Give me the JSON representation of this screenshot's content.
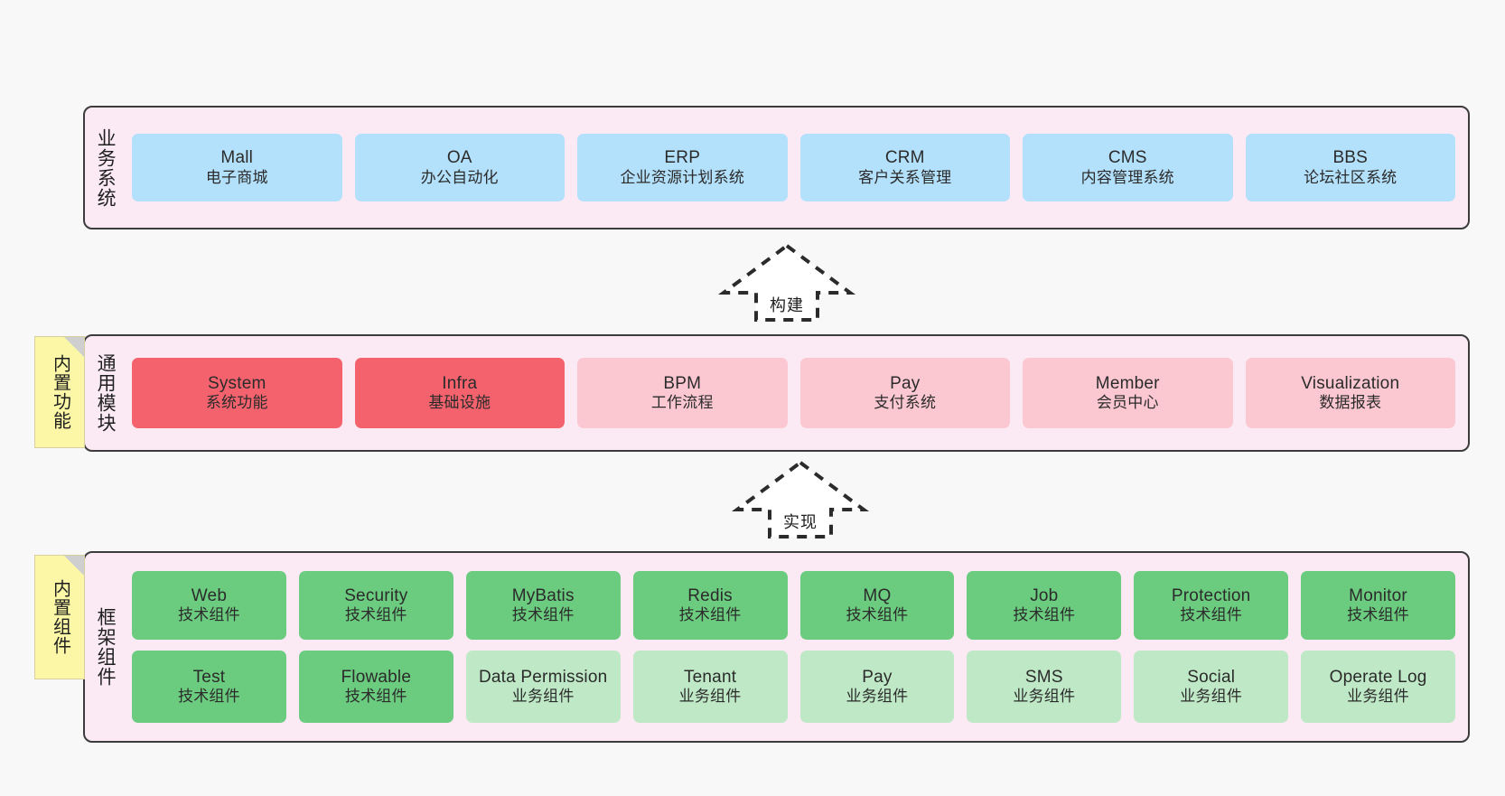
{
  "diagram": {
    "background_color": "#f8f8f8",
    "layers": [
      {
        "id": "business-systems",
        "title": "业务系统",
        "note": null,
        "rows": [
          {
            "cards": [
              {
                "title": "Mall",
                "subtitle": "电子商城",
                "color": "#b3e0fb",
                "style": "c-blue"
              },
              {
                "title": "OA",
                "subtitle": "办公自动化",
                "color": "#b3e0fb",
                "style": "c-blue"
              },
              {
                "title": "ERP",
                "subtitle": "企业资源计划系统",
                "color": "#b3e0fb",
                "style": "c-blue"
              },
              {
                "title": "CRM",
                "subtitle": "客户关系管理",
                "color": "#b3e0fb",
                "style": "c-blue"
              },
              {
                "title": "CMS",
                "subtitle": "内容管理系统",
                "color": "#b3e0fb",
                "style": "c-blue"
              },
              {
                "title": "BBS",
                "subtitle": "论坛社区系统",
                "color": "#b3e0fb",
                "style": "c-blue"
              }
            ]
          }
        ]
      },
      {
        "id": "common-modules",
        "title": "通用模块",
        "note": "内置功能",
        "rows": [
          {
            "cards": [
              {
                "title": "System",
                "subtitle": "系统功能",
                "color": "#f4636d",
                "style": "c-red"
              },
              {
                "title": "Infra",
                "subtitle": "基础设施",
                "color": "#f4636d",
                "style": "c-red"
              },
              {
                "title": "BPM",
                "subtitle": "工作流程",
                "color": "#fbc8d2",
                "style": "c-pink"
              },
              {
                "title": "Pay",
                "subtitle": "支付系统",
                "color": "#fbc8d2",
                "style": "c-pink"
              },
              {
                "title": "Member",
                "subtitle": "会员中心",
                "color": "#fbc8d2",
                "style": "c-pink"
              },
              {
                "title": "Visualization",
                "subtitle": "数据报表",
                "color": "#fbc8d2",
                "style": "c-pink"
              }
            ]
          }
        ]
      },
      {
        "id": "framework-components",
        "title": "框架组件",
        "note": "内置组件",
        "rows": [
          {
            "cards": [
              {
                "title": "Web",
                "subtitle": "技术组件",
                "color": "#6bcb7f",
                "style": "c-green"
              },
              {
                "title": "Security",
                "subtitle": "技术组件",
                "color": "#6bcb7f",
                "style": "c-green"
              },
              {
                "title": "MyBatis",
                "subtitle": "技术组件",
                "color": "#6bcb7f",
                "style": "c-green"
              },
              {
                "title": "Redis",
                "subtitle": "技术组件",
                "color": "#6bcb7f",
                "style": "c-green"
              },
              {
                "title": "MQ",
                "subtitle": "技术组件",
                "color": "#6bcb7f",
                "style": "c-green"
              },
              {
                "title": "Job",
                "subtitle": "技术组件",
                "color": "#6bcb7f",
                "style": "c-green"
              },
              {
                "title": "Protection",
                "subtitle": "技术组件",
                "color": "#6bcb7f",
                "style": "c-green"
              },
              {
                "title": "Monitor",
                "subtitle": "技术组件",
                "color": "#6bcb7f",
                "style": "c-green"
              }
            ]
          },
          {
            "cards": [
              {
                "title": "Test",
                "subtitle": "技术组件",
                "color": "#6bcb7f",
                "style": "c-green"
              },
              {
                "title": "Flowable",
                "subtitle": "技术组件",
                "color": "#6bcb7f",
                "style": "c-green"
              },
              {
                "title": "Data Permission",
                "subtitle": "业务组件",
                "color": "#bfe9c6",
                "style": "c-lightgreen"
              },
              {
                "title": "Tenant",
                "subtitle": "业务组件",
                "color": "#bfe9c6",
                "style": "c-lightgreen"
              },
              {
                "title": "Pay",
                "subtitle": "业务组件",
                "color": "#bfe9c6",
                "style": "c-lightgreen"
              },
              {
                "title": "SMS",
                "subtitle": "业务组件",
                "color": "#bfe9c6",
                "style": "c-lightgreen"
              },
              {
                "title": "Social",
                "subtitle": "业务组件",
                "color": "#bfe9c6",
                "style": "c-lightgreen"
              },
              {
                "title": "Operate Log",
                "subtitle": "业务组件",
                "color": "#bfe9c6",
                "style": "c-lightgreen"
              }
            ]
          }
        ]
      }
    ],
    "connectors": [
      {
        "id": "connector-build",
        "label": "构建",
        "direction": "up"
      },
      {
        "id": "connector-implement",
        "label": "实现",
        "direction": "up"
      }
    ]
  }
}
